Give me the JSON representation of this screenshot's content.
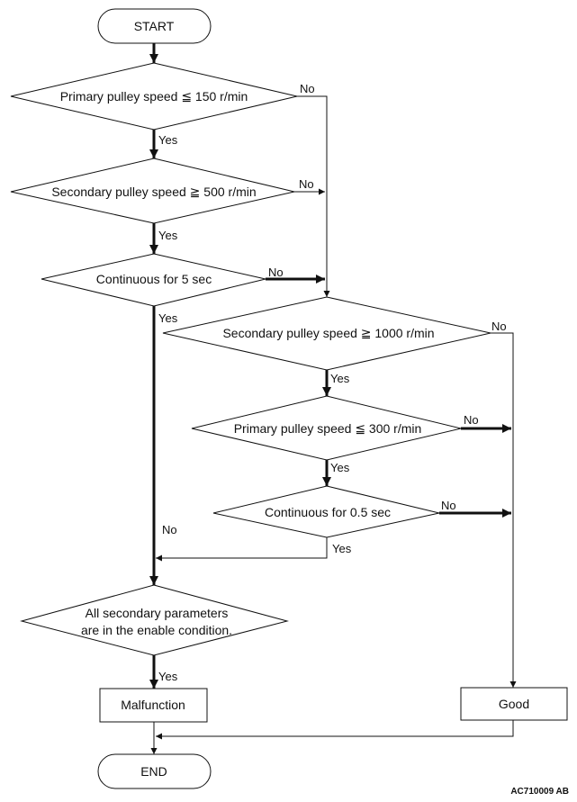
{
  "flowchart": {
    "start": "START",
    "end": "END",
    "d1": "Primary pulley speed ≦ 150 r/min",
    "d2": "Secondary pulley speed ≧ 500 r/min",
    "d3": "Continuous for 5 sec",
    "d4": "Secondary pulley speed ≧ 1000 r/min",
    "d5": "Primary pulley speed ≦ 300 r/min",
    "d6": "Continuous for 0.5 sec",
    "d7_line1": "All secondary parameters",
    "d7_line2": "are in the enable condition.",
    "malfunction": "Malfunction",
    "good": "Good",
    "yes": "Yes",
    "no": "No",
    "code": "AC710009 AB"
  }
}
